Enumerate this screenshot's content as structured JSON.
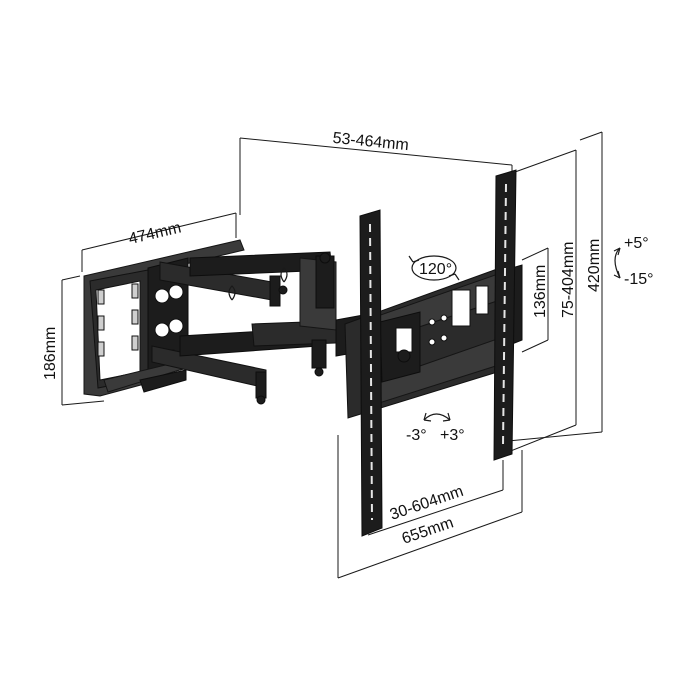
{
  "dimensions": {
    "wall_width": "53-464mm",
    "arm_depth": "474mm",
    "wall_plate_height": "186mm",
    "vesa_horizontal_rails": "136mm",
    "vesa_vertical_range": "75-404mm",
    "max_height": "420mm",
    "vesa_horizontal_range": "30-604mm",
    "total_width": "655mm"
  },
  "tilt": {
    "up": "+5°",
    "down": "-15°"
  },
  "swivel": {
    "label": "120°"
  },
  "rotation": {
    "left": "-3°",
    "right": "+3°"
  }
}
